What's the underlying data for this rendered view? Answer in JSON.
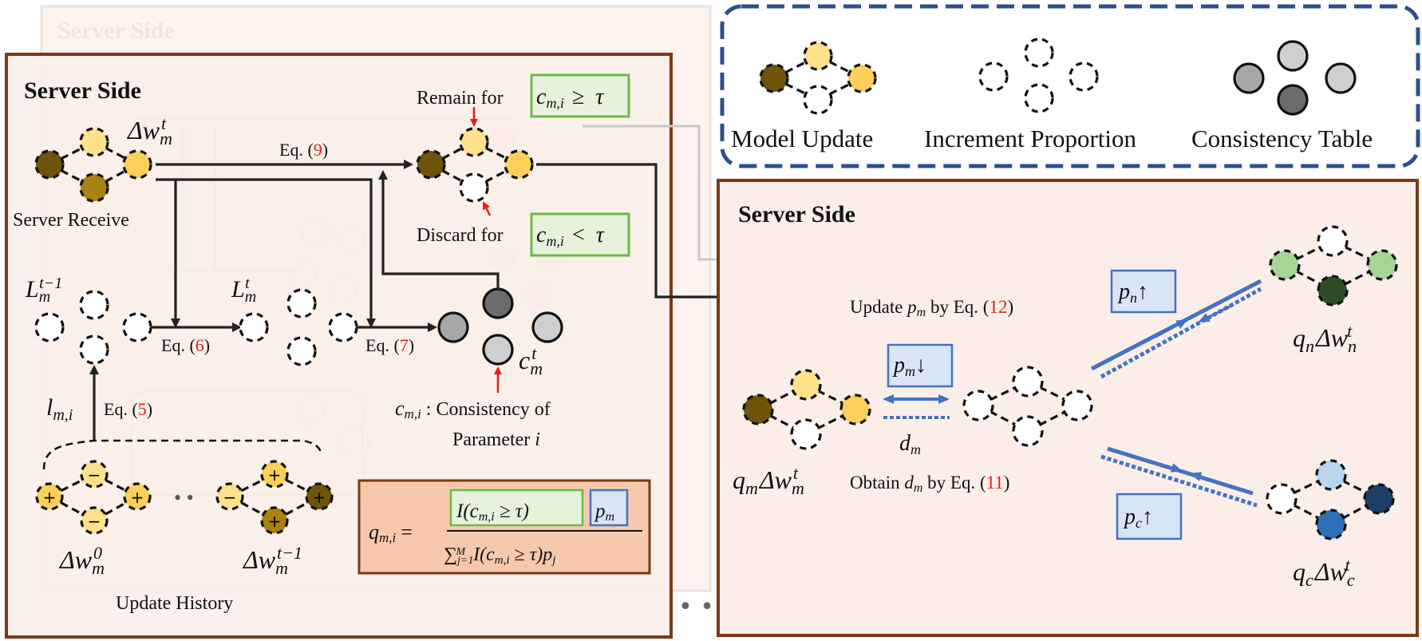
{
  "legend": {
    "model_update": "Model Update",
    "increment_proportion": "Increment Proportion",
    "consistency_table": "Consistency Table"
  },
  "background_panel": {
    "title": "Server Side"
  },
  "left_panel": {
    "title": "Server Side",
    "server_receive": "Server Receive",
    "delta_w_m_t": "Δw",
    "eq9": {
      "prefix": "Eq. (",
      "num": "9",
      "suffix": ")"
    },
    "remain_for": "Remain for",
    "remain_cond": "c",
    "discard_for": "Discard for",
    "L_prev": "L",
    "L_cur": "L",
    "eq6": {
      "prefix": "Eq. (",
      "num": "6",
      "suffix": ")"
    },
    "eq7": {
      "prefix": "Eq. (",
      "num": "7",
      "suffix": ")"
    },
    "eq5": {
      "prefix": "Eq. (",
      "num": "5",
      "suffix": ")"
    },
    "l_mi": "l",
    "c_m_t": "c",
    "consistency_line1": ": Consistency of",
    "consistency_line2": "Parameter",
    "consistency_i": "i",
    "update_history": "Update History",
    "dots": "• •",
    "hist_first": "Δw",
    "hist_last": "Δw",
    "formula": {
      "lhs": "q",
      "numerator": "I(c",
      "ge_tau": "≥ τ)",
      "p_m": "p",
      "denominator": "∑",
      "den_body": "I(c",
      "den_tail": "≥ τ)p"
    }
  },
  "right_panel": {
    "title": "Server Side",
    "update_pm": {
      "prefix": "Update ",
      "var": "p",
      "sub": "m",
      "mid": " by Eq. (",
      "num": "12",
      "suffix": ")"
    },
    "obtain_dm": {
      "prefix": "Obtain ",
      "var": "d",
      "sub": "m",
      "mid": " by Eq. (",
      "num": "11",
      "suffix": ")"
    },
    "pm_down": "p",
    "pn_up": "p",
    "pc_up": "p",
    "d_m": "d",
    "q_m": "q",
    "q_n": "q",
    "q_c": "q"
  },
  "colors": {
    "panel_border": "#7a3a14",
    "panel_fill": "#fbeee9",
    "legend_border": "#2d4f8c",
    "dark_gold": "#6e5308",
    "light_gold": "#fde18b",
    "gold": "#fbd05a",
    "mid_gold": "#a9820f",
    "gray_light": "#cfcfcf",
    "gray_mid": "#a7a7a7",
    "gray_dark": "#6b6b6b",
    "green_light": "#a5d597",
    "green_dark": "#2e4d24",
    "blue_light": "#b8d4ee",
    "blue_mid": "#2d6fb8",
    "blue_dark": "#1d3f66",
    "green_box": "#e6f2dc",
    "blue_box": "#d9e4f6",
    "formula_box": "#f7c9ac",
    "red": "#e0201b",
    "blue_arrow": "#4472c4"
  }
}
